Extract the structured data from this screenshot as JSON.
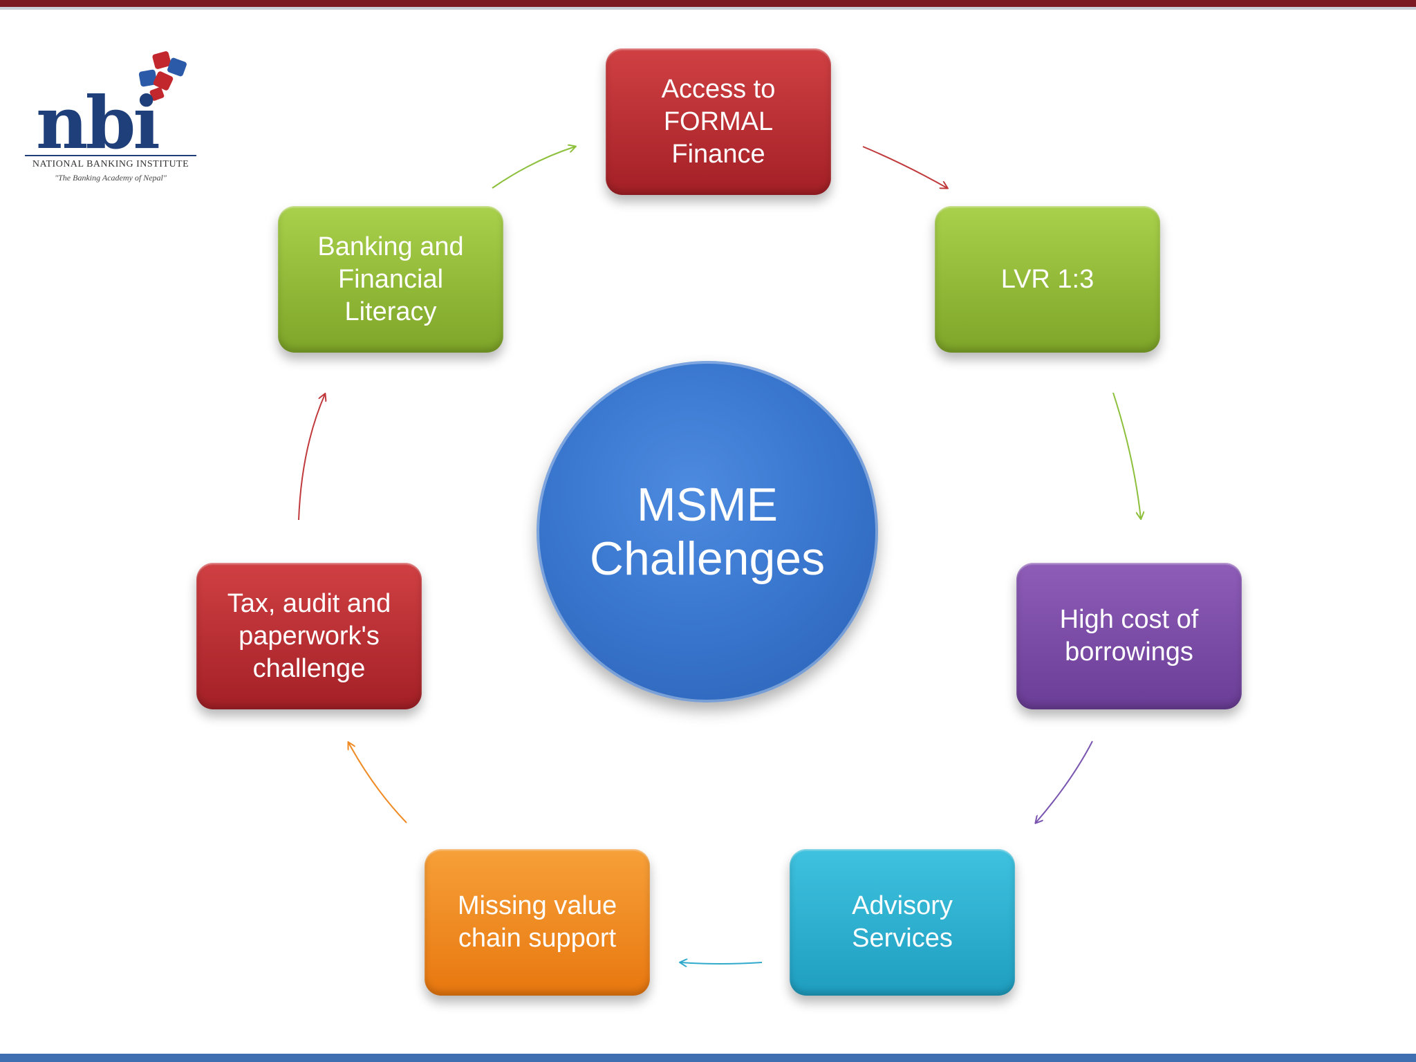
{
  "logo": {
    "name": "nbi",
    "institute": "NATIONAL BANKING INSTITUTE",
    "tagline": "\"The Banking Academy of Nepal\""
  },
  "center": {
    "label": "MSME\nChallenges",
    "color": "#3a77cf"
  },
  "nodes": [
    {
      "id": "access",
      "label": "Access to\nFORMAL\nFinance",
      "color": "#b92e33"
    },
    {
      "id": "lvr",
      "label": "LVR 1:3",
      "color": "#93bc36"
    },
    {
      "id": "cost",
      "label": "High cost of\nborrowings",
      "color": "#7b4ca8"
    },
    {
      "id": "advisory",
      "label": "Advisory\nServices",
      "color": "#2bb0d0"
    },
    {
      "id": "value-chain",
      "label": "Missing value\nchain support",
      "color": "#f08a22"
    },
    {
      "id": "tax",
      "label": "Tax, audit and\npaperwork's\nchallenge",
      "color": "#b92e33"
    },
    {
      "id": "literacy",
      "label": "Banking and\nFinancial\nLiteracy",
      "color": "#93bc36"
    }
  ],
  "arrow_colors": [
    "#c0393c",
    "#8cbf3a",
    "#7a56b0",
    "#2fa9cc",
    "#f08a22",
    "#c0393c",
    "#8cbf3a"
  ]
}
